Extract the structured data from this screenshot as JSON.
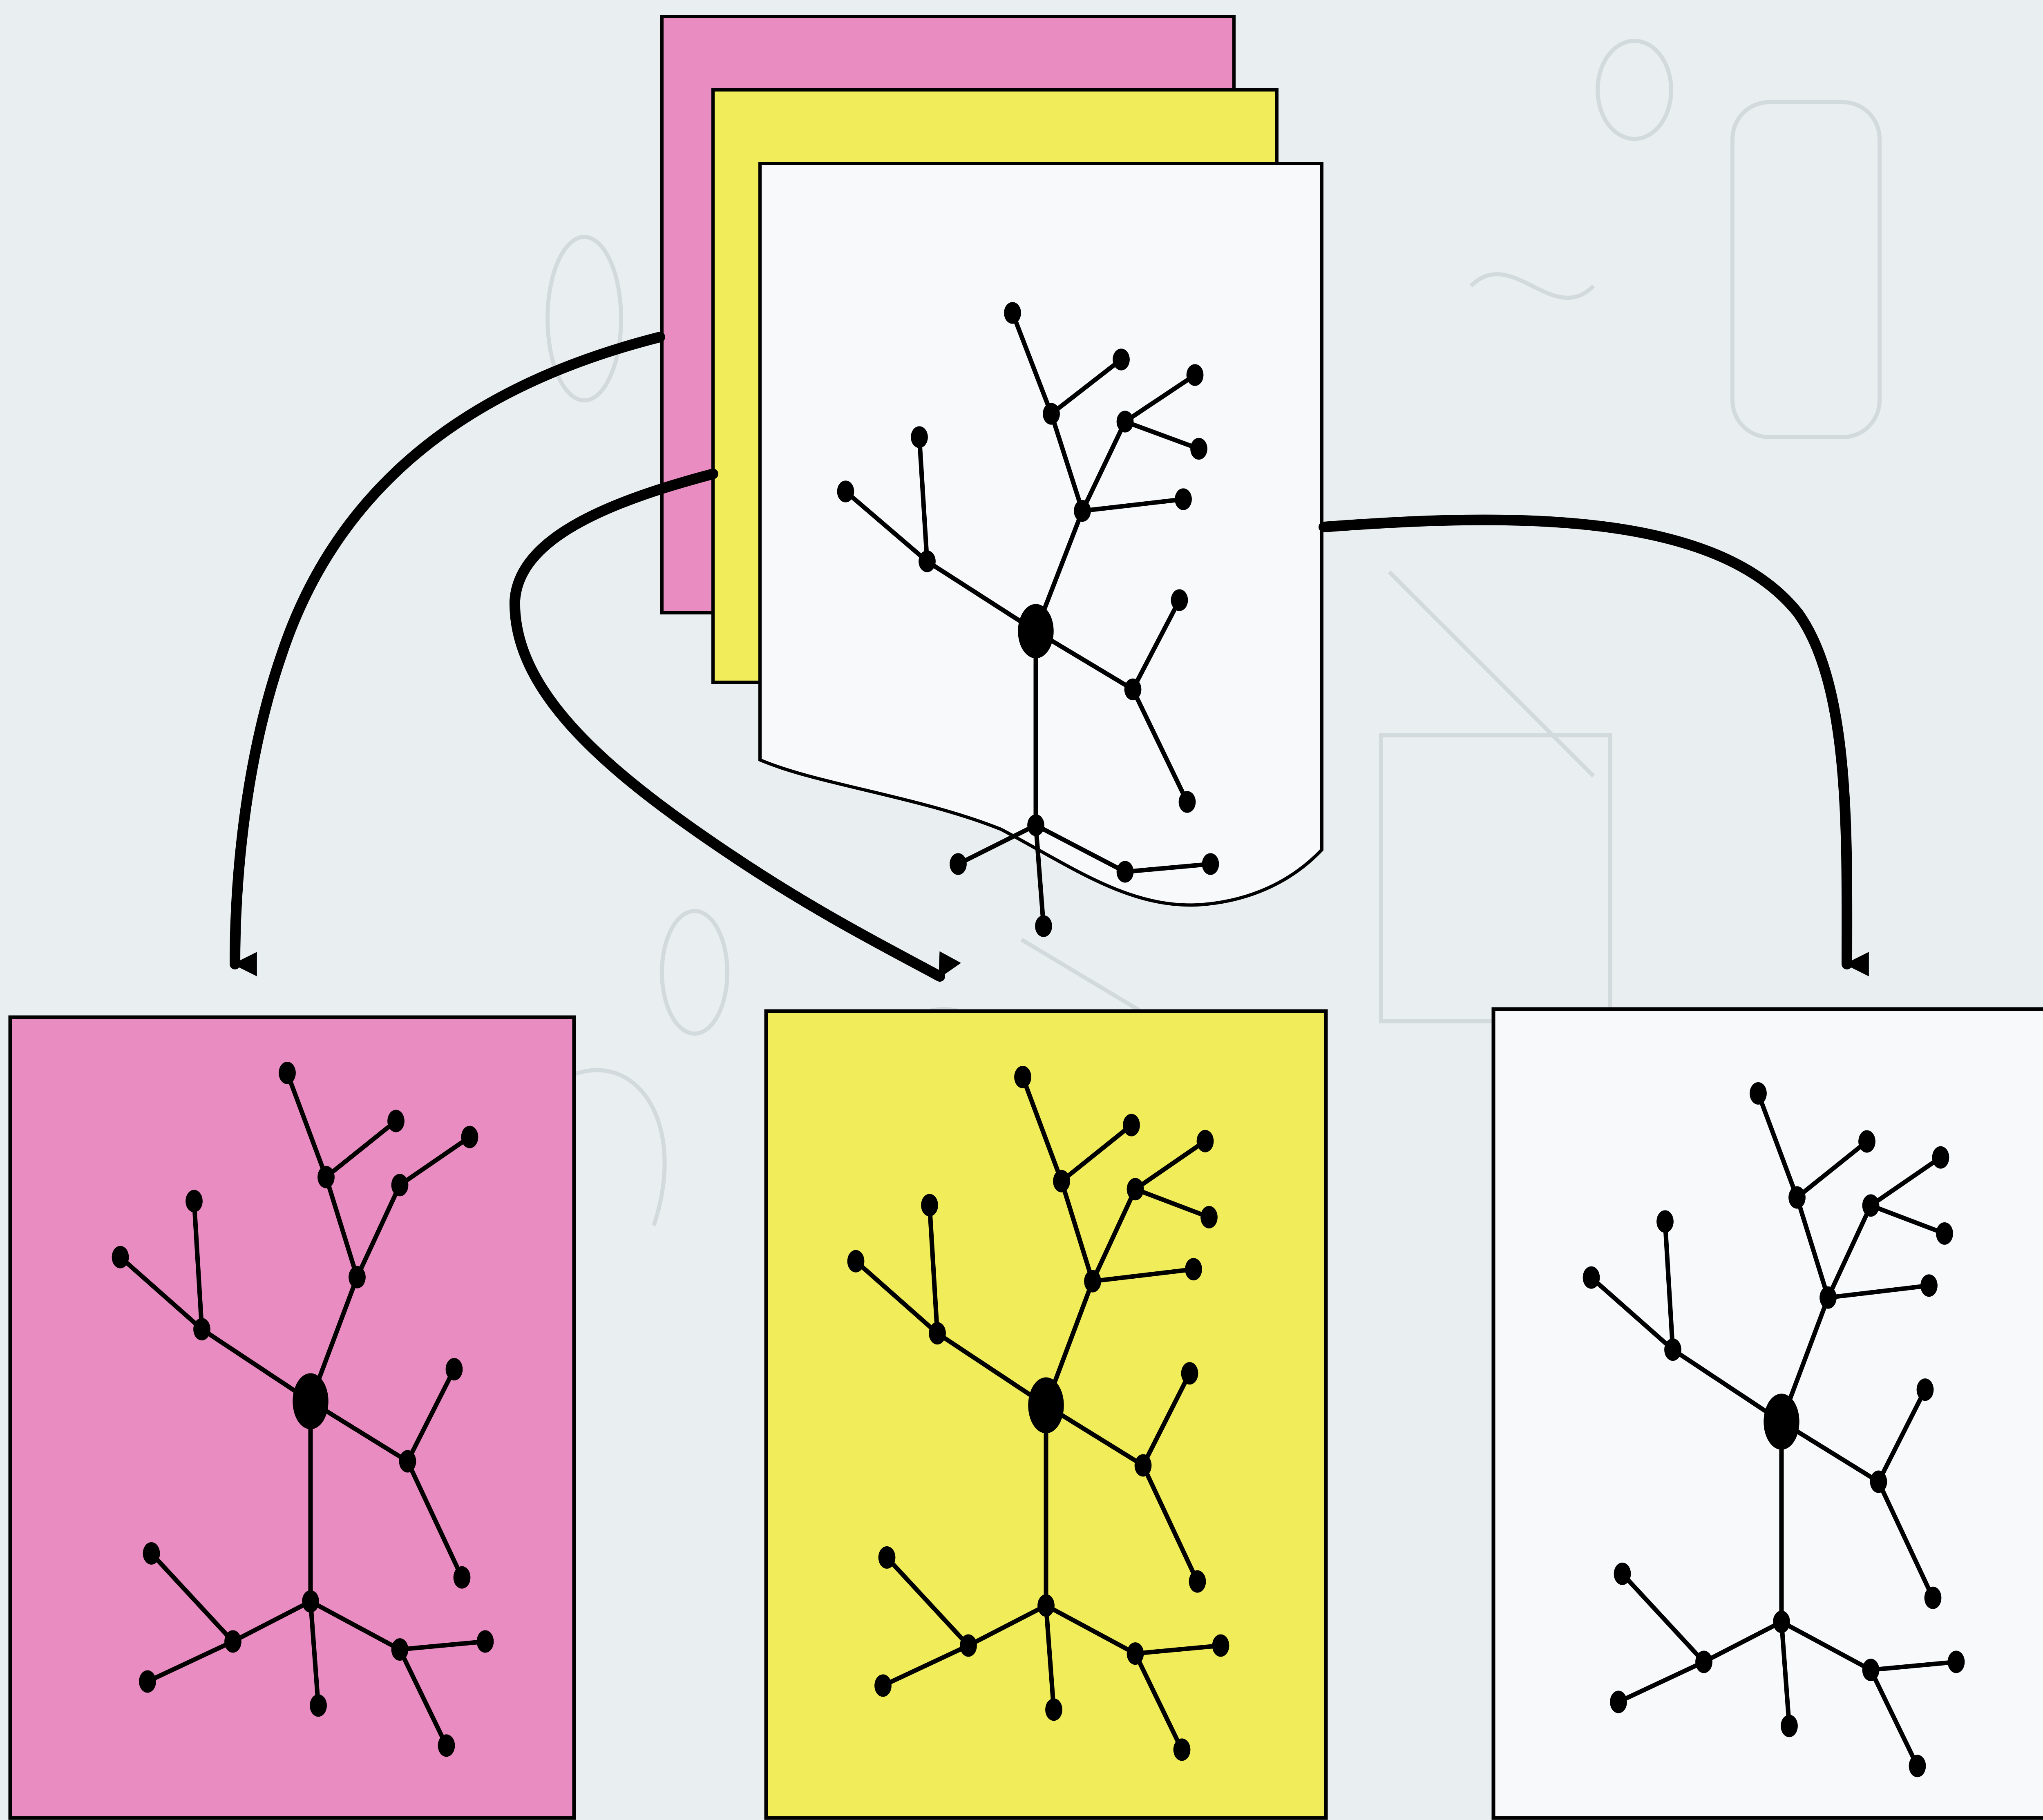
{
  "colors": {
    "background": "#e9eef0",
    "ink": "#000000",
    "pink": "#e98cc1",
    "yellow": "#f1ec5a",
    "white": "#f7f9fa",
    "ghost_sketch": "#c9d2d6"
  },
  "layers": [
    {
      "key": "pink",
      "color_name": "pink"
    },
    {
      "key": "yellow",
      "color_name": "yellow"
    },
    {
      "key": "white",
      "color_name": "white"
    }
  ],
  "icons": {
    "node": "filled-ellipse",
    "arrow": "curved-arrow-with-triangle-head"
  }
}
